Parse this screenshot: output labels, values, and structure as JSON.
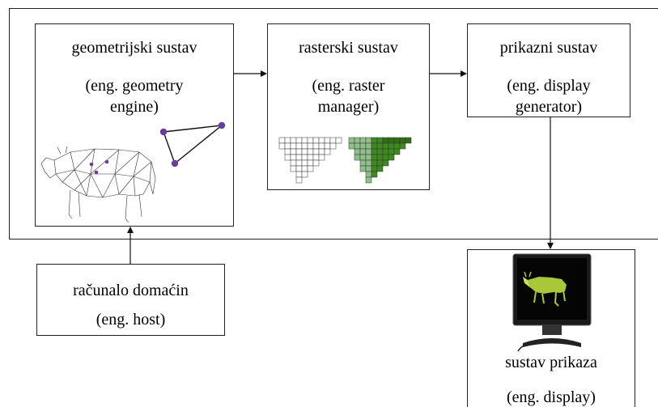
{
  "geometry": {
    "title": "geometrijski sustav",
    "sub1": "(eng. geometry",
    "sub2": "engine)"
  },
  "raster": {
    "title": "rasterski sustav",
    "sub1": "(eng. raster",
    "sub2": "manager)"
  },
  "display_gen": {
    "title": "prikazni sustav",
    "sub1": "(eng. display",
    "sub2": "generator)"
  },
  "host": {
    "title": "računalo domaćin",
    "sub": "(eng. host)"
  },
  "display": {
    "title": "sustav prikaza",
    "sub": "(eng. display)"
  },
  "colors": {
    "border": "#222222",
    "vertex": "#6a3d9a",
    "green_dark": "#3d8a1f",
    "green_light": "#8fc08a",
    "monitor": "#111111"
  },
  "icons": [
    "cow-wireframe-icon",
    "triangle-vertices-icon",
    "raster-grid-icon",
    "raster-filled-icon",
    "monitor-icon"
  ]
}
